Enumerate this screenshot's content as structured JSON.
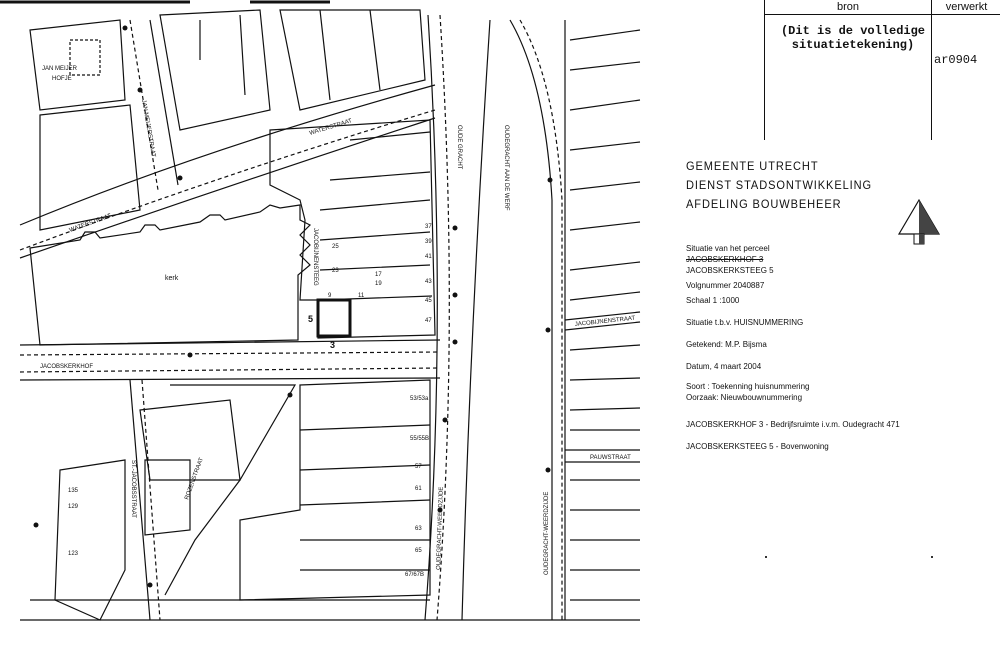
{
  "stamp": {
    "col_source": "bron",
    "col_processed": "verwerkt",
    "note_line1": "(Dit is de volledige",
    "note_line2": "situatietekening)",
    "code": "ar0904"
  },
  "organisation": {
    "line1": "GEMEENTE  UTRECHT",
    "line2": "DIENST STADSONTWIKKELING",
    "line3": "AFDELING BOUWBEHEER"
  },
  "info": {
    "situation_label": "Situatie van het perceel",
    "old_address": "JACOBSKERKHOF 3",
    "address": "JACOBSKERKSTEEG 5",
    "sequence": "Volgnummer 2040887",
    "scale": "Schaal 1 :1000",
    "purpose": "Situatie t.b.v. HUISNUMMERING",
    "drawn_by": "Getekend: M.P. Bijsma",
    "date": "Datum, 4 maart 2004",
    "type": "Soort : Toekenning huisnummering",
    "cause": "Oorzaak: Nieuwbouwnummering",
    "assignment1": "JACOBSKERKHOF 3 - Bedrijfsruimte i.v.m. Oudegracht 471",
    "assignment2": "JACOBSKERKSTEEG 5 - Bovenwoning"
  },
  "map": {
    "streets": {
      "waterstraat": "WATERSTRAAT",
      "jan_meijerstraat": "JAN MEIJERSTRAAT",
      "jan_meijer_hofje_1": "JAN MEIJER",
      "jan_meijer_hofje_2": "HOFJE",
      "jacobijnensteeg": "JACOBIJNENSTEEG",
      "jacobskerkhof": "JACOBSKERKHOF",
      "rozenstraat": "ROZENSTRAAT",
      "st_jacobsstraat": "ST.-JACOBSSTRAAT",
      "oude_gracht": "OUDE GRACHT",
      "oudegracht_aan_de_werf": "OUDEGRACHT AAN DE WERF",
      "oudegracht_weerdzijde": "OUDEGRACHT-WEERDZIJDE",
      "jacobijnenstraat": "JACOBIJNENSTRAAT",
      "pauwstraat": "PAUWSTRAAT"
    },
    "kerk": "kerk",
    "numbers": {
      "n3": "3",
      "n5": "5",
      "n37": "37",
      "n39": "39",
      "n41": "41",
      "n43": "43",
      "n45": "45",
      "n47": "47",
      "n25": "25",
      "n23": "23",
      "n9": "9",
      "n11": "11",
      "n17": "17",
      "n19": "19",
      "n53": "53/53a",
      "n55": "55/55B",
      "n57": "57",
      "n61": "61",
      "n63": "63",
      "n65": "65",
      "n67": "67/67B",
      "n129": "129",
      "n123": "123",
      "n135": "135"
    }
  }
}
